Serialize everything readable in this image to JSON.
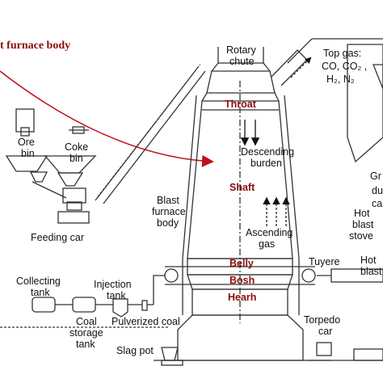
{
  "title_partial": "t furnace body",
  "labels": {
    "rotary_chute_1": "Rotary",
    "rotary_chute_2": "chute",
    "top_gas_1": "Top gas:",
    "top_gas_2": "CO, CO₂ ,",
    "top_gas_3": "H₂, N₂",
    "ore_bin_1": "Ore",
    "ore_bin_2": "bin",
    "coke_bin_1": "Coke",
    "coke_bin_2": "bin",
    "feeding_car": "Feeding car",
    "throat": "Throat",
    "descending_burden_1": "Descending",
    "descending_burden_2": "burden",
    "shaft": "Shaft",
    "blast_furnace_body_1": "Blast",
    "blast_furnace_body_2": "furnace",
    "blast_furnace_body_3": "body",
    "ascending_gas_1": "Ascending",
    "ascending_gas_2": "gas",
    "belly": "Belly",
    "bosh": "Bosh",
    "hearh": "Hearh",
    "tuyere": "Tuyere",
    "hot_blast_stove_1": "Hot",
    "hot_blast_stove_2": "blast",
    "hot_blast_stove_3": "stove",
    "hot_blast_1": "Hot",
    "hot_blast_2": "blast",
    "gravity_dust_1": "Gr",
    "gravity_dust_2": "du",
    "gravity_dust_3": "ca",
    "collecting_tank_1": "Collecting",
    "collecting_tank_2": "tank",
    "injection_tank_1": "Injection",
    "injection_tank_2": "tank",
    "coal_storage_1": "Coal",
    "coal_storage_2": "storage",
    "coal_storage_3": "tank",
    "pulverized_coal": "Pulverized coal",
    "torpedo_car_1": "Torpedo",
    "torpedo_car_2": "car",
    "slag_pot": "Slag pot"
  },
  "colors": {
    "accent_red": "#8b0d0d",
    "line": "#333333"
  }
}
